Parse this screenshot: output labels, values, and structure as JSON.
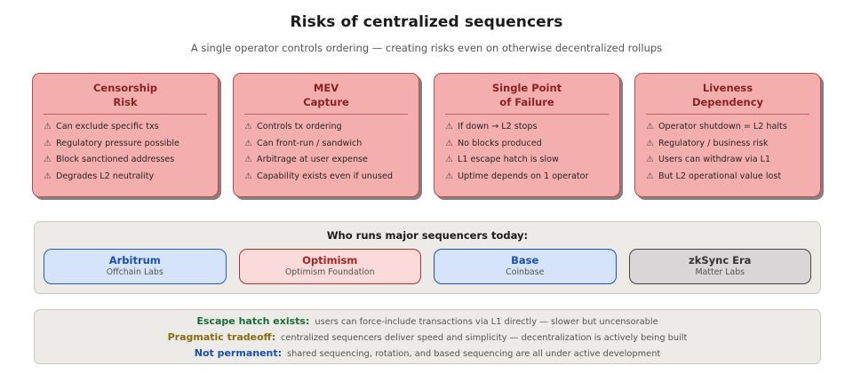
{
  "header": {
    "title": "Risks of centralized sequencers",
    "subtitle": "A single operator controls ordering — creating risks even on otherwise decentralized rollups"
  },
  "theme": {
    "card_fill": "#f4aeae",
    "card_border": "#b0504d",
    "card_title_color": "#8a2222",
    "panel_fill": "#ecebe7",
    "panel_border": "#c9c8c2"
  },
  "risk_cards": [
    {
      "title": "Censorship\nRisk",
      "bullet_icon": "warning-triangle-icon",
      "items": [
        "Can exclude specific txs",
        "Regulatory pressure possible",
        "Block sanctioned addresses",
        "Degrades L2 neutrality"
      ]
    },
    {
      "title": "MEV\nCapture",
      "bullet_icon": "warning-triangle-icon",
      "items": [
        "Controls tx ordering",
        "Can front-run / sandwich",
        "Arbitrage at user expense",
        "Capability exists even if unused"
      ]
    },
    {
      "title": "Single Point\nof Failure",
      "bullet_icon": "warning-triangle-icon",
      "items": [
        "If down → L2 stops",
        "No blocks produced",
        "L1 escape hatch is slow",
        "Uptime depends on 1 operator"
      ]
    },
    {
      "title": "Liveness\nDependency",
      "bullet_icon": "warning-triangle-icon",
      "items": [
        "Operator shutdown = L2 halts",
        "Regulatory / business risk",
        "Users can withdraw via L1",
        "But L2 operational value lost"
      ]
    }
  ],
  "operators": {
    "heading": "Who runs major sequencers today:",
    "chips": [
      {
        "name": "Arbitrum",
        "org": "Offchain Labs",
        "fill": "#d6e4fb",
        "border": "#2b58c8",
        "name_color": "#1a4fb0"
      },
      {
        "name": "Optimism",
        "org": "Optimism Foundation",
        "fill": "#fbdada",
        "border": "#b3312f",
        "name_color": "#a82321"
      },
      {
        "name": "Base",
        "org": "Coinbase",
        "fill": "#d6e4fb",
        "border": "#1f4fd8",
        "name_color": "#1a4fb0"
      },
      {
        "name": "zkSync Era",
        "org": "Matter Labs",
        "fill": "#d8d6d6",
        "border": "#444444",
        "name_color": "#333333"
      }
    ]
  },
  "notes": [
    {
      "label": "Escape hatch exists:",
      "label_color": "#1a6b3c",
      "text": "users can force-include transactions via L1 directly — slower but uncensorable"
    },
    {
      "label": "Pragmatic tradeoff:",
      "label_color": "#8a6d12",
      "text": "centralized sequencers deliver speed and simplicity — decentralization is actively being built"
    },
    {
      "label": "Not permanent:",
      "label_color": "#1a4fb0",
      "text": "shared sequencing, rotation, and based sequencing are all under active development"
    }
  ],
  "icons": {
    "warning": "⚠"
  }
}
